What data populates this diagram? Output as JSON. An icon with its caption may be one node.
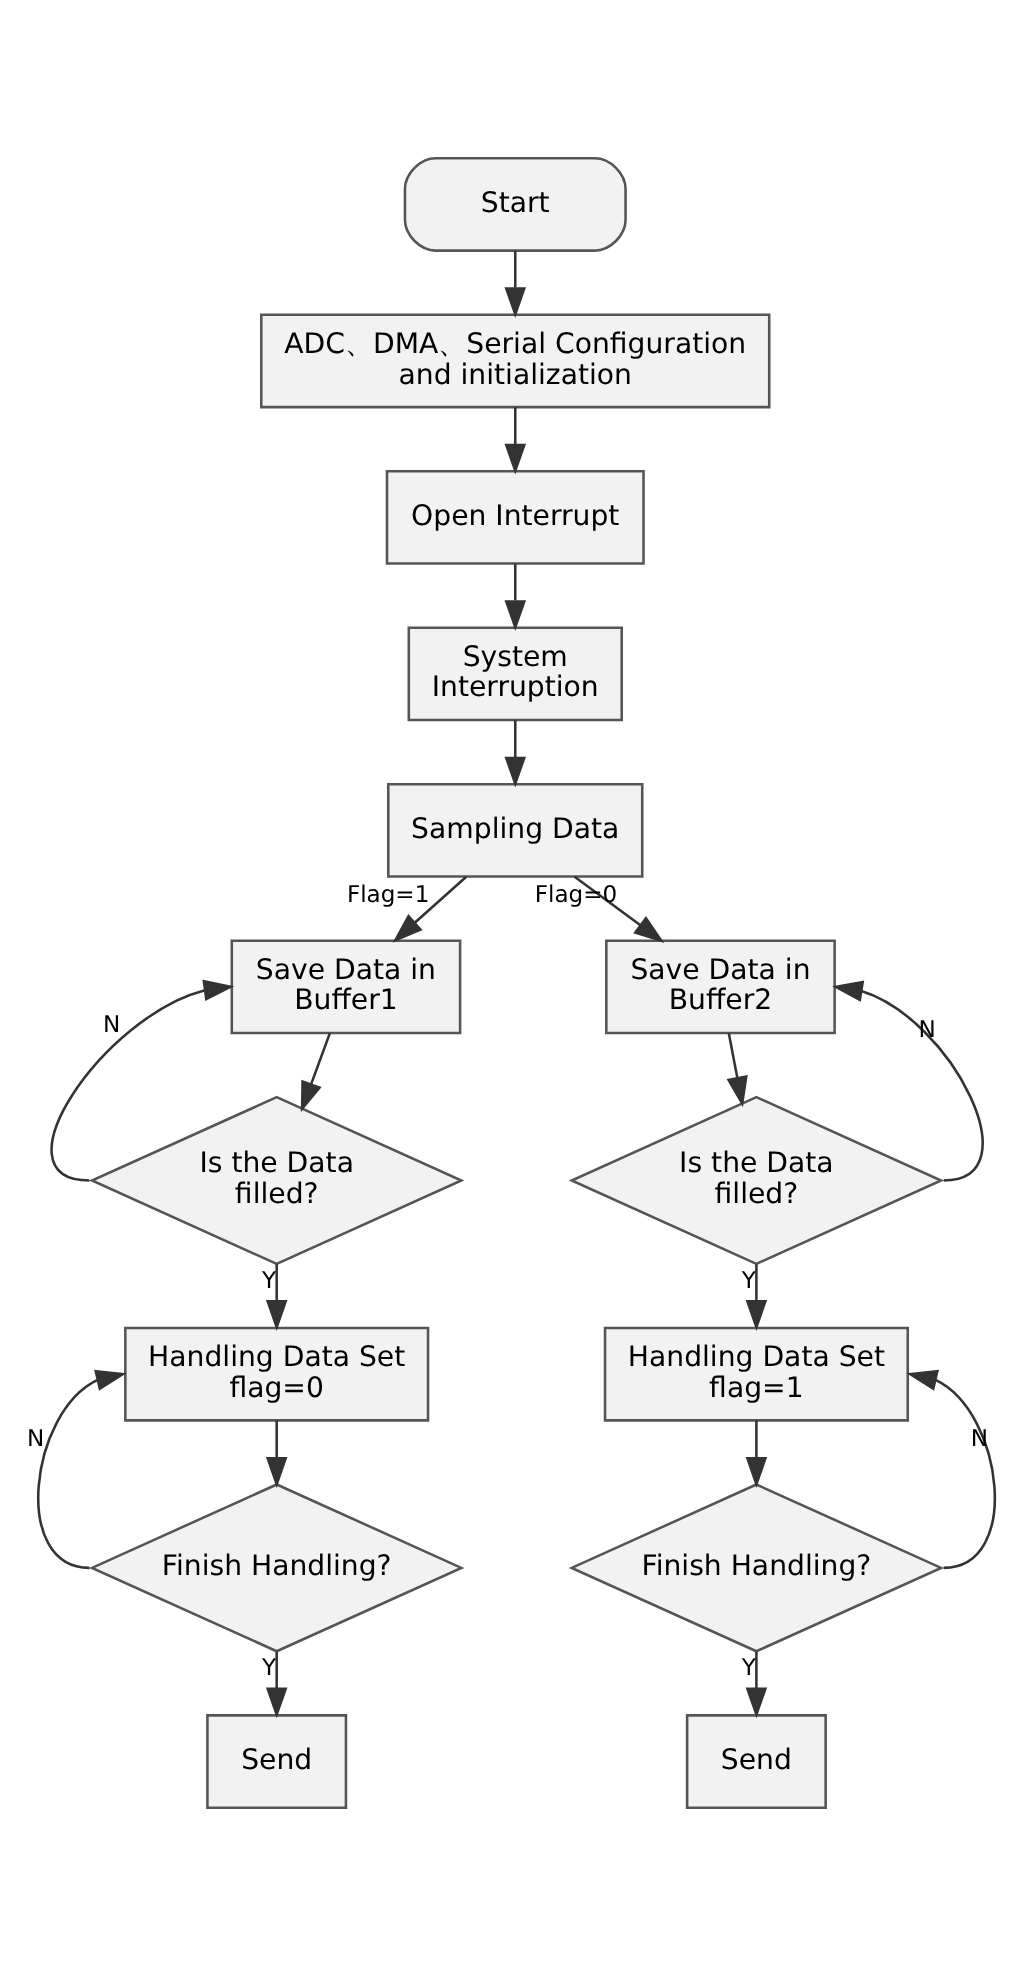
{
  "diagram": {
    "nodes": [
      {
        "text": [
          "Start"
        ]
      },
      {
        "text": [
          "ADC、DMA、Serial Configuration and initialization"
        ]
      },
      {
        "text": [
          "Open Interrupt"
        ]
      },
      {
        "text": [
          "System Interruption"
        ]
      },
      {
        "text": [
          "Sampling Data"
        ]
      },
      {
        "text": [
          "Save Data in Buffer1"
        ]
      },
      {
        "text": [
          "Is the Data filled?"
        ]
      },
      {
        "text": [
          "Handling Data Set flag=0"
        ]
      },
      {
        "text": [
          "Finish Handling?"
        ]
      },
      {
        "text": [
          "Send"
        ]
      },
      {
        "text": [
          "Save Data in Buffer2"
        ]
      },
      {
        "text": [
          "Is the Data filled?"
        ]
      },
      {
        "text": [
          "Handling Data Set flag=1"
        ]
      },
      {
        "text": [
          "Finish Handling?"
        ]
      },
      {
        "text": [
          "Send"
        ]
      }
    ],
    "edges": [
      {
        "from": 0,
        "to": 1,
        "arrow": "to"
      },
      {
        "from": 1,
        "to": 2,
        "arrow": "to"
      },
      {
        "from": 2,
        "to": 3,
        "arrow": "to"
      },
      {
        "from": 3,
        "to": 4,
        "arrow": "to"
      },
      {
        "from": 4,
        "to": 5,
        "arrow": "to",
        "label": "Flag=1"
      },
      {
        "from": 4,
        "to": 10,
        "arrow": "to",
        "label": "Flag=0"
      },
      {
        "from": 5,
        "to": 6,
        "arrow": "to"
      },
      {
        "from": 6,
        "to": 5,
        "arrow": "to",
        "label": "N"
      },
      {
        "from": 6,
        "to": 7,
        "arrow": "to",
        "label": "Y"
      },
      {
        "from": 7,
        "to": 8,
        "arrow": "to"
      },
      {
        "from": 8,
        "to": 7,
        "arrow": "to",
        "label": "N"
      },
      {
        "from": 8,
        "to": 9,
        "arrow": "to",
        "label": "Y"
      },
      {
        "from": 10,
        "to": 11,
        "arrow": "to"
      },
      {
        "from": 11,
        "to": 10,
        "arrow": "to",
        "label": "N"
      },
      {
        "from": 11,
        "to": 12,
        "arrow": "to",
        "label": "Y"
      },
      {
        "from": 12,
        "to": 13,
        "arrow": "to"
      },
      {
        "from": 13,
        "to": 12,
        "arrow": "to",
        "label": "N"
      },
      {
        "from": 13,
        "to": 14,
        "arrow": "to",
        "label": "Y"
      }
    ]
  }
}
